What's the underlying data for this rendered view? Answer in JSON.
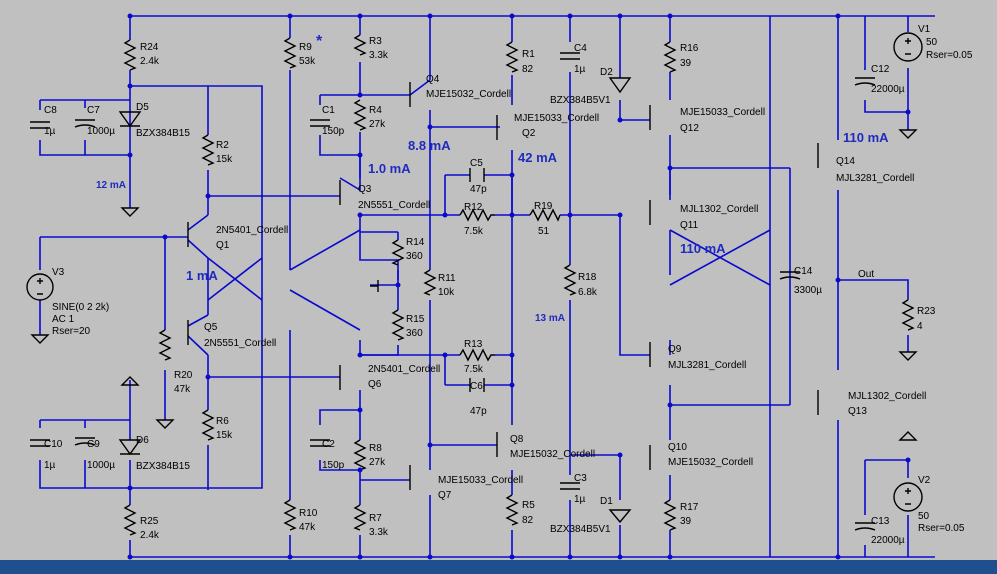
{
  "components": {
    "R24": {
      "name": "R24",
      "value": "2.4k"
    },
    "R25": {
      "name": "R25",
      "value": "2.4k"
    },
    "R2": {
      "name": "R2",
      "value": "15k"
    },
    "R6": {
      "name": "R6",
      "value": "15k"
    },
    "R20": {
      "name": "R20",
      "value": "47k"
    },
    "R9": {
      "name": "R9",
      "value": "53k"
    },
    "R10": {
      "name": "R10",
      "value": "47k"
    },
    "R3": {
      "name": "R3",
      "value": "3.3k"
    },
    "R7": {
      "name": "R7",
      "value": "3.3k"
    },
    "R4": {
      "name": "R4",
      "value": "27k"
    },
    "R8": {
      "name": "R8",
      "value": "27k"
    },
    "R14": {
      "name": "R14",
      "value": "360"
    },
    "R15": {
      "name": "R15",
      "value": "360"
    },
    "R11": {
      "name": "R11",
      "value": "10k"
    },
    "R12": {
      "name": "R12",
      "value": "7.5k"
    },
    "R13": {
      "name": "R13",
      "value": "7.5k"
    },
    "R19": {
      "name": "R19",
      "value": "51"
    },
    "R1": {
      "name": "R1",
      "value": "82"
    },
    "R5": {
      "name": "R5",
      "value": "82"
    },
    "R18": {
      "name": "R18",
      "value": "6.8k"
    },
    "R16": {
      "name": "R16",
      "value": "39"
    },
    "R17": {
      "name": "R17",
      "value": "39"
    },
    "R23": {
      "name": "R23",
      "value": "4"
    },
    "C8": {
      "name": "C8",
      "value": "1µ"
    },
    "C7": {
      "name": "C7",
      "value": "1000µ"
    },
    "C10": {
      "name": "C10",
      "value": "1µ"
    },
    "C9": {
      "name": "C9",
      "value": "1000µ"
    },
    "C1": {
      "name": "C1",
      "value": "150p"
    },
    "C2": {
      "name": "C2",
      "value": "150p"
    },
    "C5": {
      "name": "C5",
      "value": "47p"
    },
    "C6": {
      "name": "C6",
      "value": "47p"
    },
    "C4": {
      "name": "C4",
      "value": "1µ"
    },
    "C3": {
      "name": "C3",
      "value": "1µ"
    },
    "C14": {
      "name": "C14",
      "value": "3300µ"
    },
    "C12": {
      "name": "C12",
      "value": "22000µ"
    },
    "C13": {
      "name": "C13",
      "value": "22000µ"
    },
    "D5": {
      "name": "D5",
      "value": "BZX384B15"
    },
    "D6": {
      "name": "D6",
      "value": "BZX384B15"
    },
    "D2": {
      "name": "D2",
      "value": "BZX384B5V1"
    },
    "D1": {
      "name": "D1",
      "value": "BZX384B5V1"
    },
    "Q1": {
      "name": "Q1",
      "value": "2N5401_Cordell"
    },
    "Q5": {
      "name": "Q5",
      "value": "2N5551_Cordell"
    },
    "Q3": {
      "name": "Q3",
      "value": "2N5551_Cordell"
    },
    "Q6": {
      "name": "Q6",
      "value": "2N5401_Cordell"
    },
    "Q4": {
      "name": "Q4",
      "value": "MJE15032_Cordell"
    },
    "Q7": {
      "name": "Q7",
      "value": "MJE15033_Cordell"
    },
    "Q2": {
      "name": "Q2",
      "value": "MJE15033_Cordell"
    },
    "Q8": {
      "name": "Q8",
      "value": "MJE15032_Cordell"
    },
    "Q12": {
      "name": "Q12",
      "value": "MJE15033_Cordell"
    },
    "Q10": {
      "name": "Q10",
      "value": "MJE15032_Cordell"
    },
    "Q11": {
      "name": "Q11",
      "value": "MJL1302_Cordell"
    },
    "Q9": {
      "name": "Q9",
      "value": "MJL3281_Cordell"
    },
    "Q14": {
      "name": "Q14",
      "value": "MJL3281_Cordell"
    },
    "Q13": {
      "name": "Q13",
      "value": "MJL1302_Cordell"
    }
  },
  "sources": {
    "V1": {
      "name": "V1",
      "value": "50",
      "rser": "Rser=0.05"
    },
    "V2": {
      "name": "V2",
      "value": "50",
      "rser": "Rser=0.05"
    },
    "V3": {
      "name": "V3",
      "line1": "SINE(0 2 2k)",
      "line2": "AC 1",
      "line3": "Rser=20"
    }
  },
  "annotations": {
    "i_12mA": "12 mA",
    "i_1mA_a": "1 mA",
    "i_1_0mA": "1.0 mA",
    "i_8_8mA": "8.8 mA",
    "i_42mA": "42 mA",
    "i_13mA": "13 mA",
    "i_110mA_a": "110 mA",
    "i_110mA_b": "110 mA",
    "star": "*",
    "out": "Out"
  },
  "colors": {
    "background": "#c0c0c0",
    "wire": "#0a0acd",
    "component": "#000000",
    "annotation": "#1f2bbf"
  }
}
